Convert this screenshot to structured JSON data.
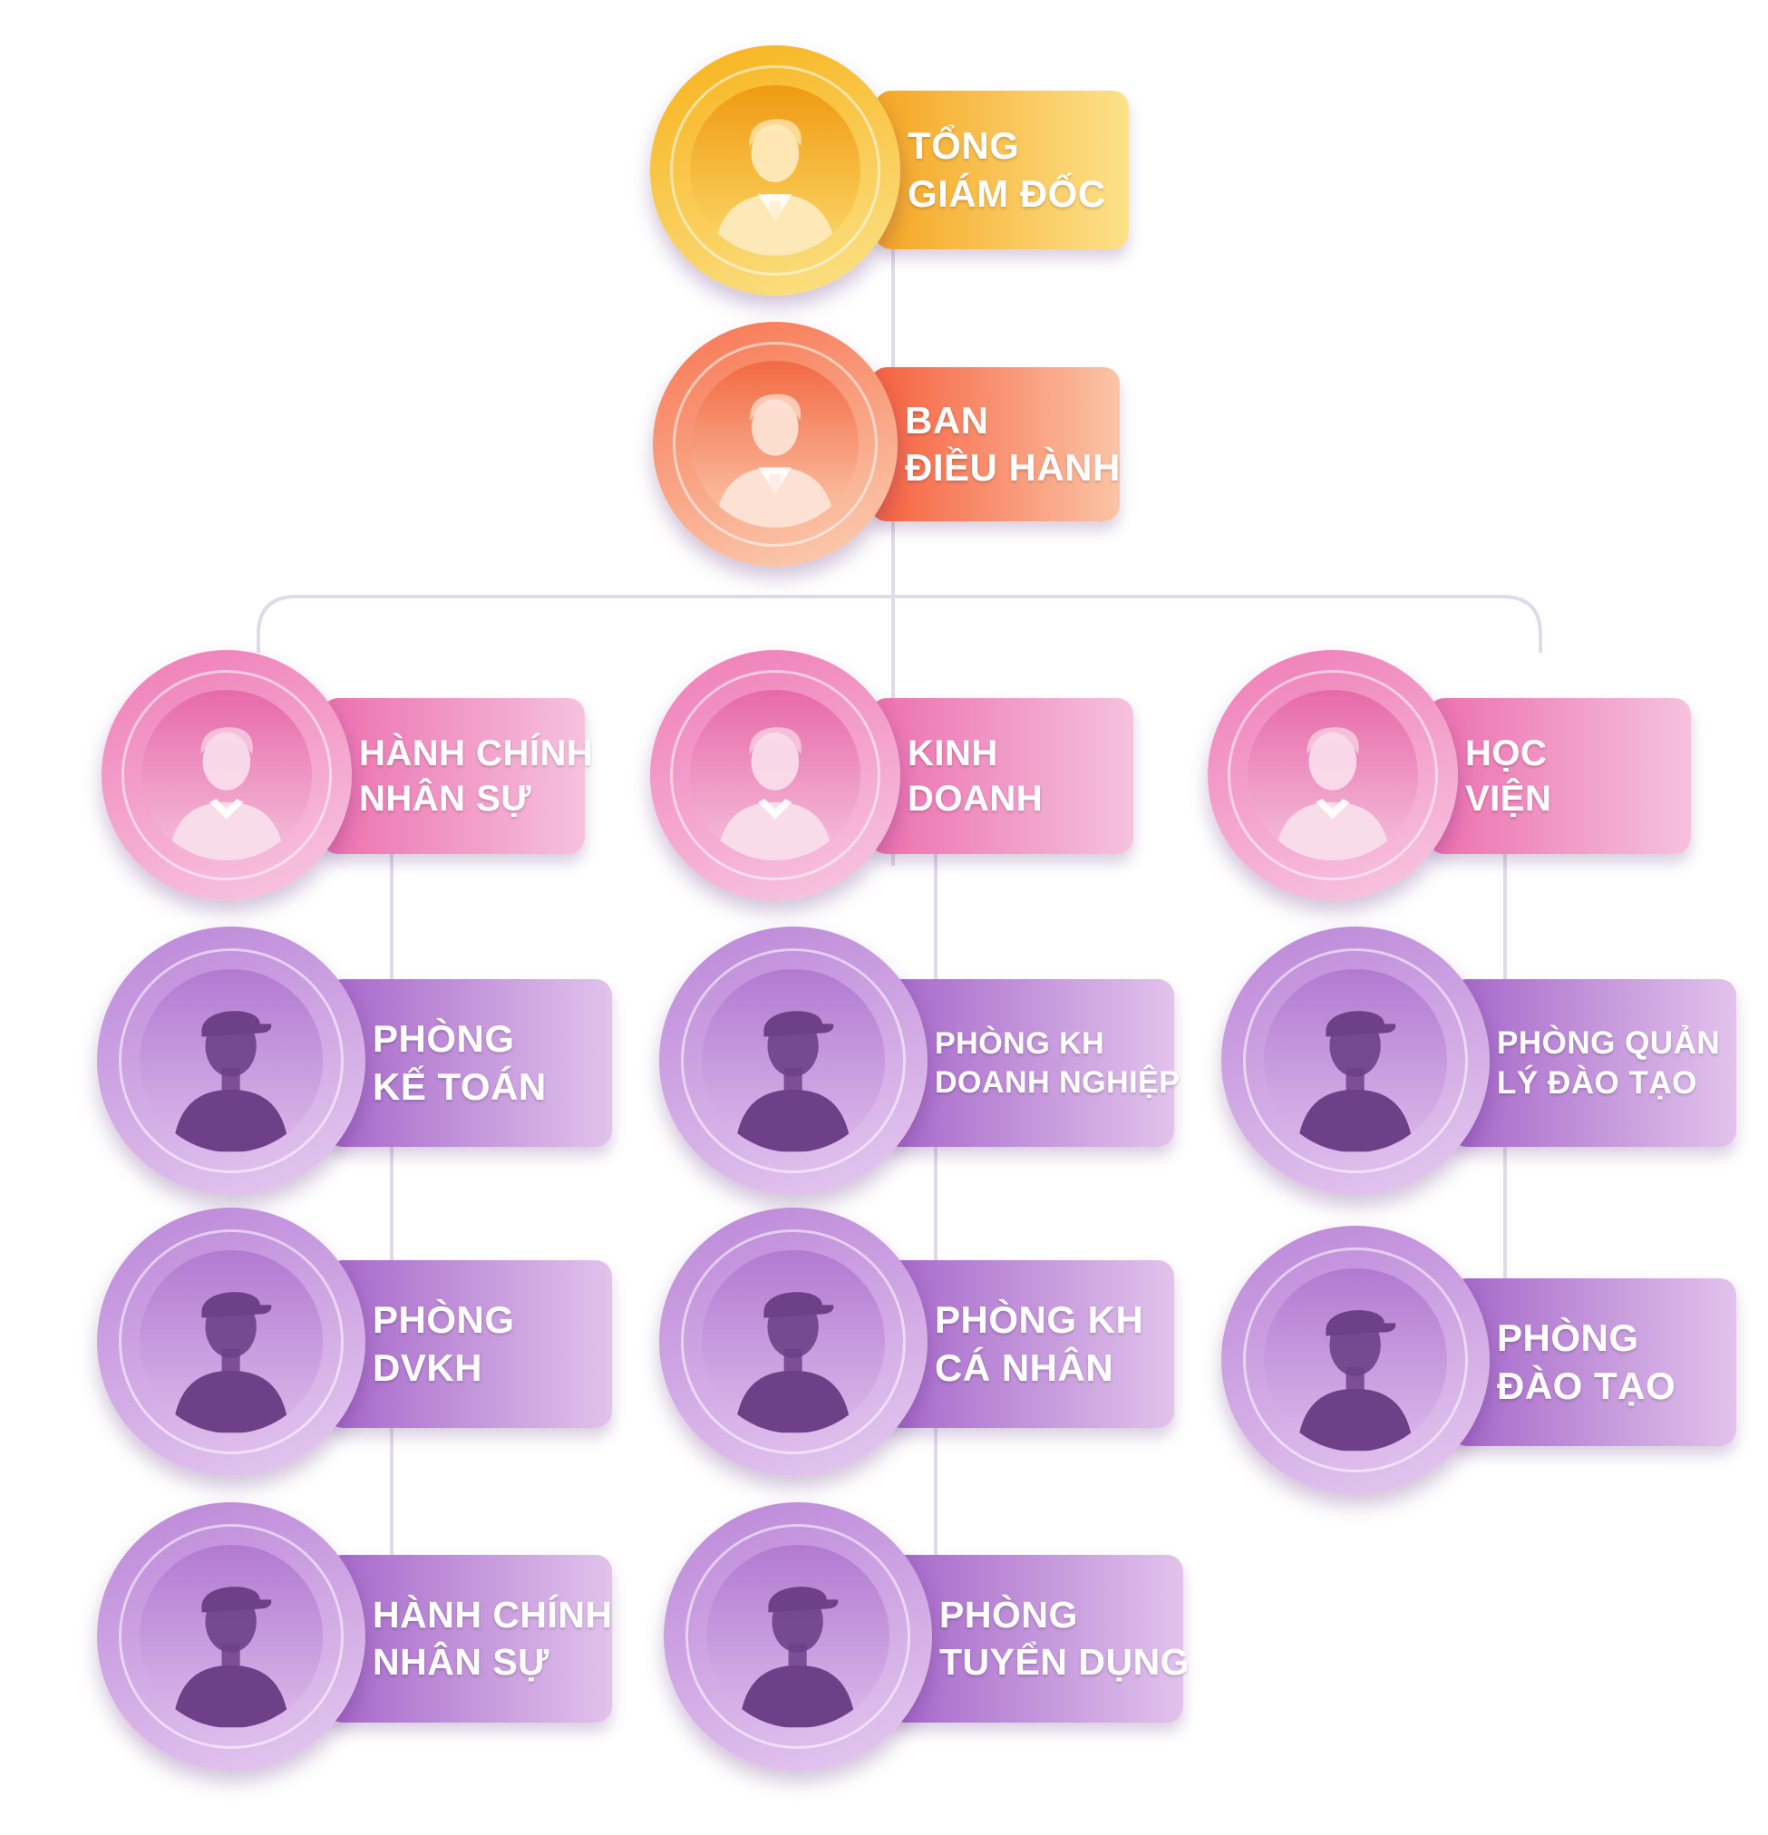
{
  "diagram": {
    "nodes": [
      {
        "id": "tong-giam-doc",
        "lines": [
          "TỔNG",
          "GIÁM ĐỐC"
        ],
        "style": "gold",
        "figure": "suit-icon"
      },
      {
        "id": "ban-dieu-hanh",
        "lines": [
          "BAN",
          "ĐIỀU HÀNH"
        ],
        "style": "coral",
        "figure": "suit-icon"
      },
      {
        "id": "hanh-chinh-nhan-su",
        "lines": [
          "HÀNH CHÍNH",
          "NHÂN SỰ"
        ],
        "style": "pink",
        "figure": "collar-icon"
      },
      {
        "id": "kinh-doanh",
        "lines": [
          "KINH",
          "DOANH"
        ],
        "style": "pink",
        "figure": "collar-icon"
      },
      {
        "id": "hoc-vien",
        "lines": [
          "HỌC",
          "VIỆN"
        ],
        "style": "pink",
        "figure": "collar-icon"
      },
      {
        "id": "phong-ke-toan",
        "lines": [
          "PHÒNG",
          "KẾ TOÁN"
        ],
        "style": "violet",
        "figure": "cap-icon"
      },
      {
        "id": "phong-dvkh",
        "lines": [
          "PHÒNG",
          "DVKH"
        ],
        "style": "violet",
        "figure": "cap-icon"
      },
      {
        "id": "hanh-chinh-nhan-su-2",
        "lines": [
          "HÀNH CHÍNH",
          "NHÂN SỰ"
        ],
        "style": "violet",
        "figure": "cap-icon"
      },
      {
        "id": "phong-kh-doanh-nghiep",
        "lines": [
          "PHÒNG KH",
          "DOANH NGHIỆP"
        ],
        "style": "violet",
        "figure": "cap-icon"
      },
      {
        "id": "phong-kh-ca-nhan",
        "lines": [
          "PHÒNG KH",
          "CÁ NHÂN"
        ],
        "style": "violet",
        "figure": "cap-icon"
      },
      {
        "id": "phong-tuyen-dung",
        "lines": [
          "PHÒNG",
          "TUYỂN DỤNG"
        ],
        "style": "violet",
        "figure": "cap-icon"
      },
      {
        "id": "phong-quan-ly-dao-tao",
        "lines": [
          "PHÒNG QUẢN",
          "LÝ ĐÀO TẠO"
        ],
        "style": "violet",
        "figure": "cap-icon"
      },
      {
        "id": "phong-dao-tao",
        "lines": [
          "PHÒNG",
          "ĐÀO TẠO"
        ],
        "style": "violet",
        "figure": "cap-icon"
      }
    ],
    "edges": [
      [
        "tong-giam-doc",
        "ban-dieu-hanh"
      ],
      [
        "ban-dieu-hanh",
        "hanh-chinh-nhan-su"
      ],
      [
        "ban-dieu-hanh",
        "kinh-doanh"
      ],
      [
        "ban-dieu-hanh",
        "hoc-vien"
      ],
      [
        "hanh-chinh-nhan-su",
        "phong-ke-toan"
      ],
      [
        "hanh-chinh-nhan-su",
        "phong-dvkh"
      ],
      [
        "hanh-chinh-nhan-su",
        "hanh-chinh-nhan-su-2"
      ],
      [
        "kinh-doanh",
        "phong-kh-doanh-nghiep"
      ],
      [
        "kinh-doanh",
        "phong-kh-ca-nhan"
      ],
      [
        "kinh-doanh",
        "phong-tuyen-dung"
      ],
      [
        "hoc-vien",
        "phong-quan-ly-dao-tao"
      ],
      [
        "hoc-vien",
        "phong-dao-tao"
      ]
    ],
    "styles": {
      "gold": {
        "box": [
          "#f5a623",
          "#fde28a"
        ],
        "ring": [
          "#f7b21a",
          "#fbe38a"
        ],
        "inner": [
          "#f09a12",
          "#fcd96a"
        ],
        "figure": "#fde9b8"
      },
      "coral": {
        "box": [
          "#f6603e",
          "#fbc4a6"
        ],
        "ring": [
          "#f77551",
          "#fbd0b5"
        ],
        "inner": [
          "#f26a44",
          "#fcc9ac"
        ],
        "figure": "#fde1d3"
      },
      "pink": {
        "box": [
          "#ec6fae",
          "#f6c2de"
        ],
        "ring": [
          "#ef7cb7",
          "#f8c9e2"
        ],
        "inner": [
          "#e769a9",
          "#f5c2dd"
        ],
        "figure": "#f9dcea"
      },
      "violet": {
        "box": [
          "#a466c9",
          "#e2c3ec"
        ],
        "ring": [
          "#bb86d8",
          "#e6caf0"
        ],
        "inner": [
          "#b27ad2",
          "#dcb9ea"
        ],
        "figure": "#6e4088"
      }
    },
    "wire_color": "#e1dbe8"
  }
}
